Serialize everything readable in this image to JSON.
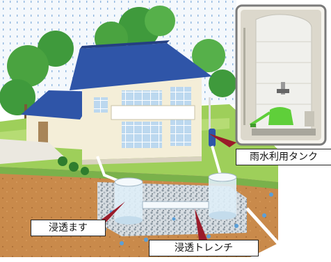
{
  "labels": {
    "rain_tank": "雨水利用タンク",
    "infiltration_basin": "浸透ます",
    "infiltration_trench": "浸透トレンチ"
  },
  "colors": {
    "roof": "#2f55a8",
    "wall": "#f4eed8",
    "lawn": "#9ecf5a",
    "soil": "#c98a4b",
    "gravel": "#b8c4cc",
    "water_drop": "#5a9fd8",
    "tree": "#3f9a3c",
    "tank": "#f0f0ec",
    "watering_can": "#5fcf3a"
  }
}
